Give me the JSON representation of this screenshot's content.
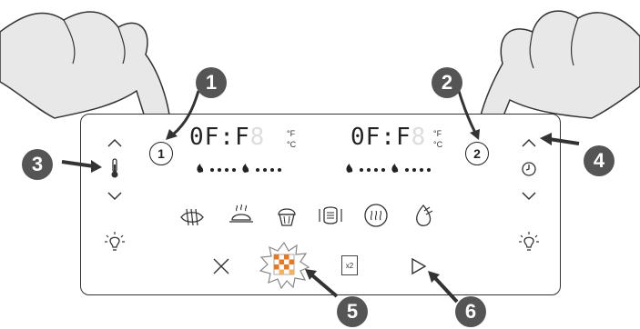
{
  "callouts": [
    "1",
    "2",
    "3",
    "4",
    "5",
    "6"
  ],
  "zones": {
    "left": "1",
    "right": "2"
  },
  "display_left": {
    "digits": "0F:F",
    "off_digit": "8",
    "unit_f": "°F",
    "unit_c": "°C"
  },
  "display_right": {
    "digits": "0F:F",
    "off_digit": "8",
    "unit_f": "°F",
    "unit_c": "°C"
  },
  "x2_label": "x2",
  "colors": {
    "callout": "#555555",
    "stroke": "#333333",
    "accent": "#e87722"
  },
  "icons": [
    "up-arrow-icon",
    "thermometer-icon",
    "down-arrow-icon",
    "light-icon",
    "air-fry-icon",
    "roast-icon",
    "bake-icon",
    "broil-icon",
    "reheat-icon",
    "dehydrate-icon",
    "cancel-icon",
    "match-cook-icon",
    "sync-icon",
    "start-icon",
    "clock-icon"
  ]
}
